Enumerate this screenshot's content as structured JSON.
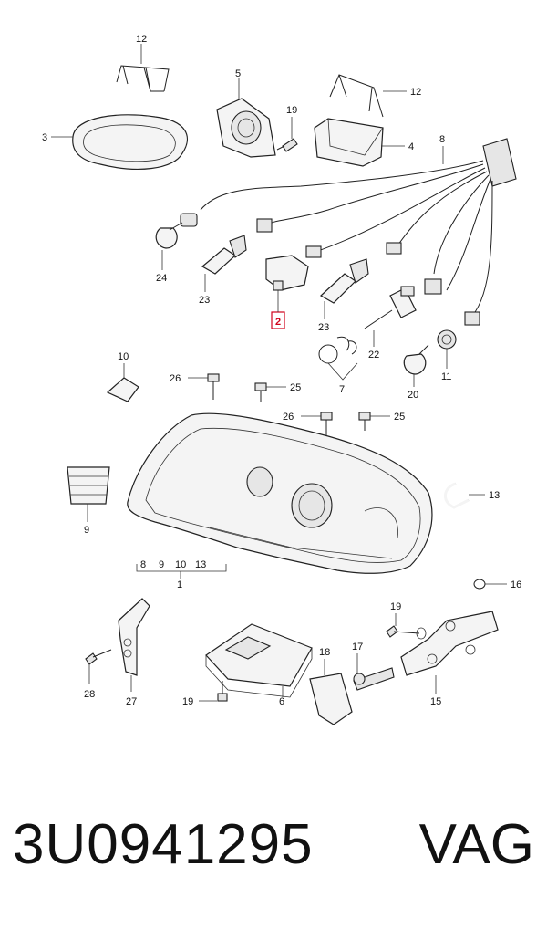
{
  "callouts": {
    "c1": "1",
    "c2": "2",
    "c3": "3",
    "c4": "4",
    "c5": "5",
    "c6": "6",
    "c7": "7",
    "c8": "8",
    "c9": "9",
    "c10": "10",
    "c11": "11",
    "c12a": "12",
    "c12b": "12",
    "c13": "13",
    "c15": "15",
    "c16": "16",
    "c17": "17",
    "c18": "18",
    "c19a": "19",
    "c19b": "19",
    "c19c": "19",
    "c20": "20",
    "c22": "22",
    "c23a": "23",
    "c23b": "23",
    "c24": "24",
    "c25a": "25",
    "c25b": "25",
    "c26a": "26",
    "c26b": "26",
    "c27": "27",
    "c28": "28",
    "g8": "8",
    "g9": "9",
    "g10": "10",
    "g13": "13"
  },
  "highlight": {
    "part": "2",
    "color": "#d0021b"
  },
  "footer": {
    "part_number": "3U0941295",
    "brand": "VAG"
  }
}
